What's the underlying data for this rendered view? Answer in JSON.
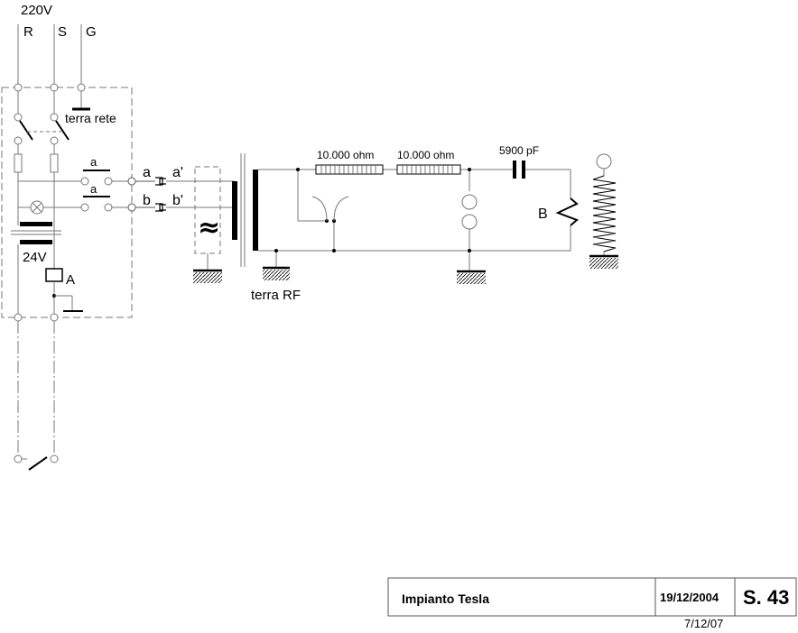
{
  "supply": {
    "voltage": "220V",
    "phase_r": "R",
    "phase_s": "S",
    "ground_g": "G"
  },
  "labels": {
    "terra_rete": "terra rete",
    "contact_a_top": "a",
    "contact_a_bottom": "a",
    "term_a": "a",
    "term_a_prime": "a'",
    "term_b": "b",
    "term_b_prime": "b'",
    "tilde": "≈",
    "v24": "24V",
    "relay_a": "A",
    "terra_rf": "terra RF",
    "res1": "10.000 ohm",
    "res2": "10.000 ohm",
    "cap": "5900 pF",
    "coil_b": "B"
  },
  "title_block": {
    "title": "Impianto Tesla",
    "date": "19/12/2004",
    "sheet": "S. 43",
    "revision": "7/12/07"
  }
}
